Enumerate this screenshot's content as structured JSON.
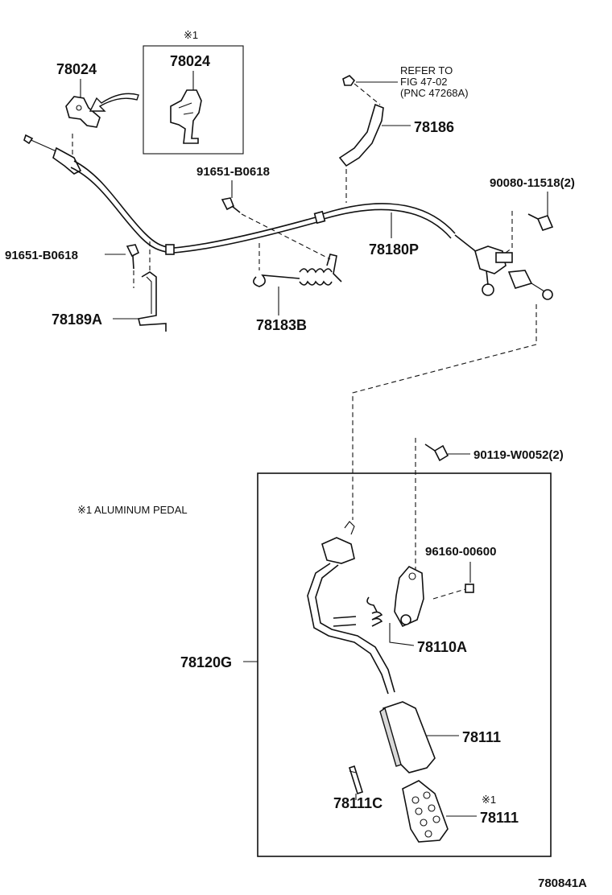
{
  "diagram": {
    "labels": {
      "p78024_main": "78024",
      "p78024_inset": "78024",
      "inset_mark": "※1",
      "refer_line1": "REFER TO",
      "refer_line2": "FIG 47-02",
      "refer_line3": "(PNC 47268A)",
      "p78186": "78186",
      "p91651_top": "91651-B0618",
      "p90080": "90080-11518(2)",
      "p91651_left": "91651-B0618",
      "p78180P": "78180P",
      "p78189A": "78189A",
      "p78183B": "78183B",
      "p90119": "90119-W0052(2)",
      "note_aluminum": "※1 ALUMINUM PEDAL",
      "p96160": "96160-00600",
      "p78110A": "78110A",
      "p78120G": "78120G",
      "p78111_a": "78111",
      "p78111C": "78111C",
      "pad_mark": "※1",
      "p78111_b": "78111",
      "figure_code": "780841A"
    }
  }
}
